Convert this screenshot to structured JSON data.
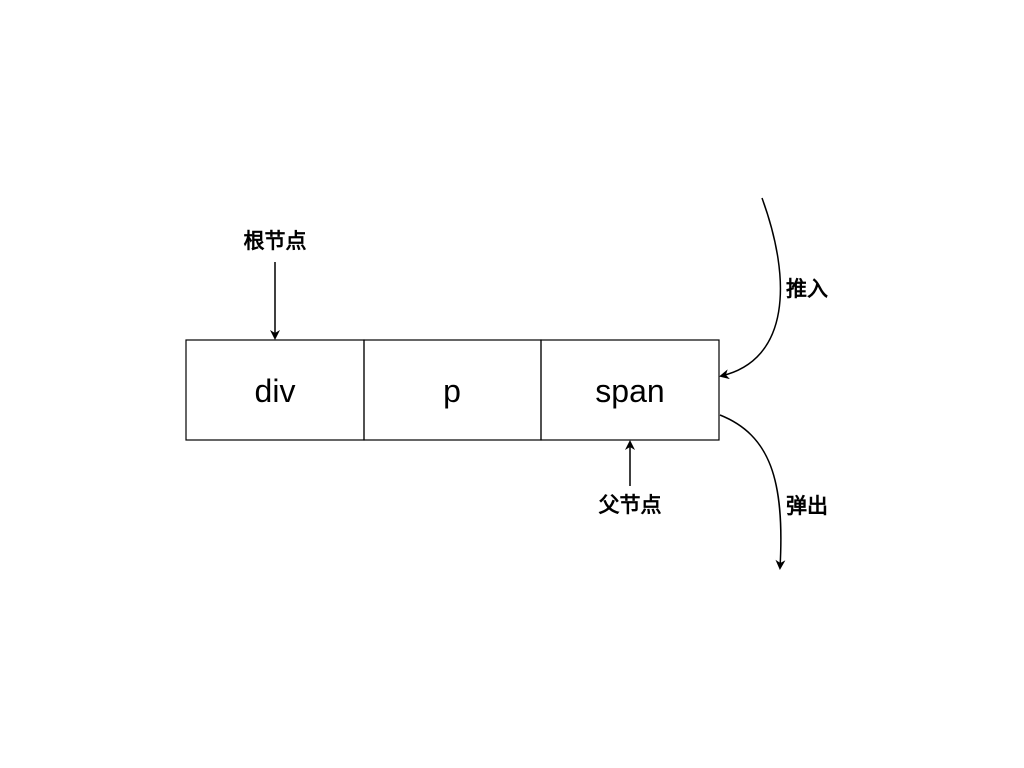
{
  "stack": {
    "cells": [
      {
        "label": "div"
      },
      {
        "label": "p"
      },
      {
        "label": "span"
      }
    ]
  },
  "labels": {
    "root_node": "根节点",
    "parent_node": "父节点",
    "push": "推入",
    "pop": "弹出"
  },
  "colors": {
    "stroke": "#000000",
    "background": "#ffffff"
  }
}
